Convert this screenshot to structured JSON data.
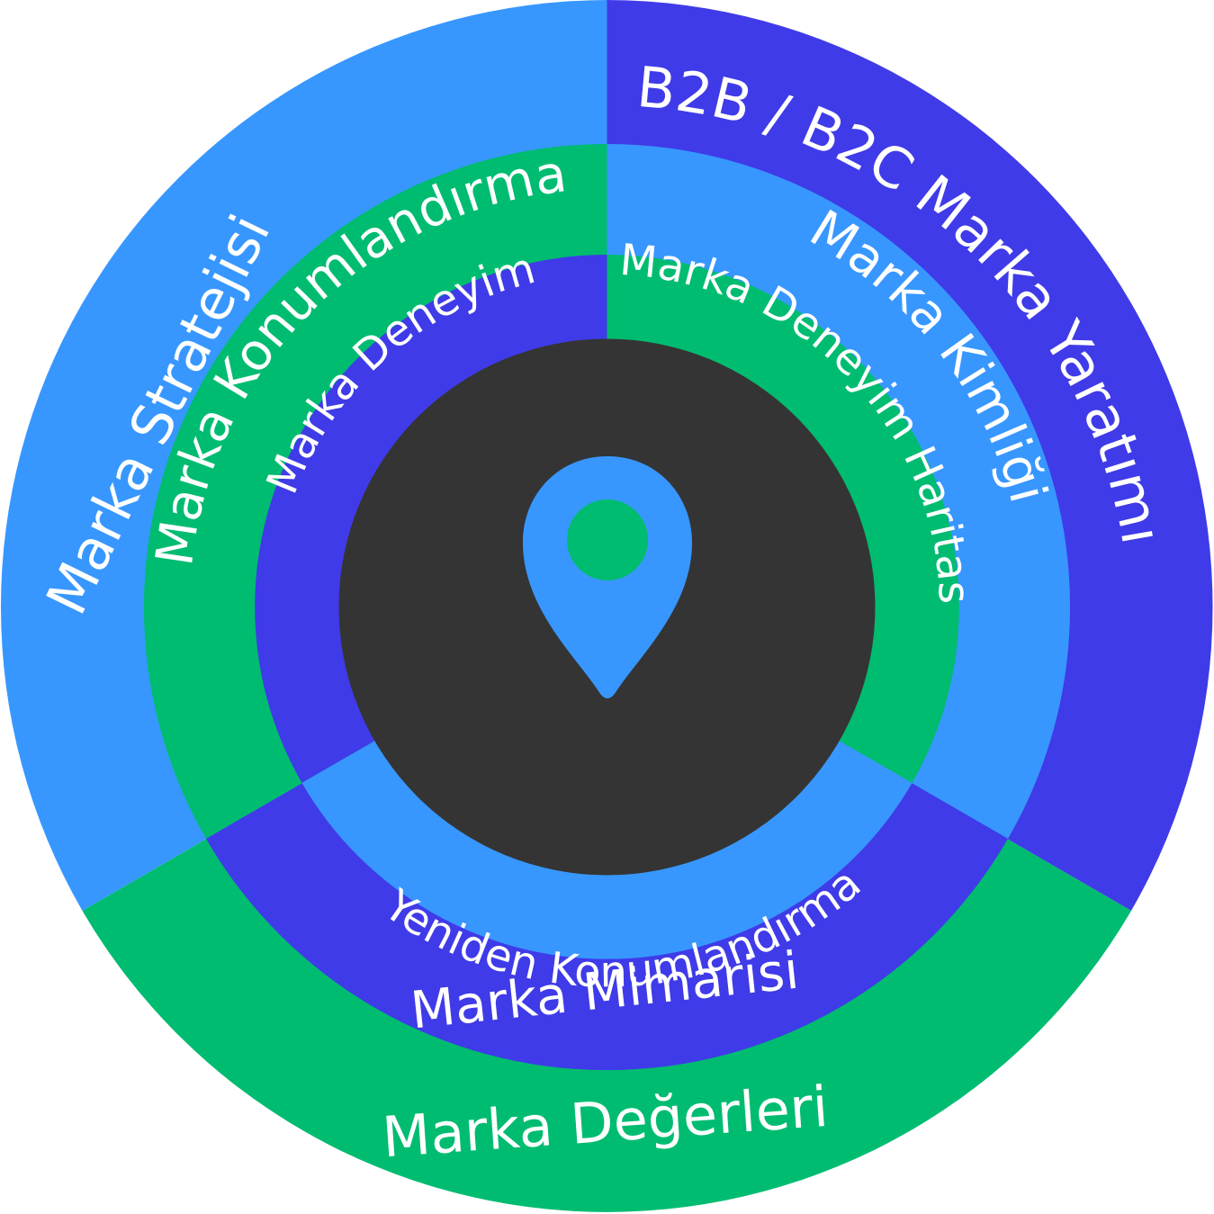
{
  "colors": {
    "blue": "#3797FF",
    "indigo": "#3F3BE8",
    "green": "#00BC71",
    "center": "#343434",
    "text": "#FFFFFF"
  },
  "center_icon": {
    "name": "location-pin-icon"
  },
  "rings": {
    "outer": [
      {
        "label": "Marka Stratejisi",
        "color": "blue"
      },
      {
        "label": "B2B / B2C Marka Yaratımı",
        "color": "indigo"
      },
      {
        "label": "Marka Değerleri",
        "color": "green"
      }
    ],
    "second": [
      {
        "label": "Marka Konumlandırma",
        "color": "green"
      },
      {
        "label": "Marka Kimliği",
        "color": "blue"
      },
      {
        "label": "Marka Mimarisi",
        "color": "indigo"
      }
    ],
    "third": [
      {
        "label": "Marka Deneyim",
        "color": "indigo"
      },
      {
        "label": "Marka Deneyim Haritası",
        "color": "green"
      },
      {
        "label": "Yeniden Konumlandırma",
        "color": "blue"
      }
    ]
  }
}
